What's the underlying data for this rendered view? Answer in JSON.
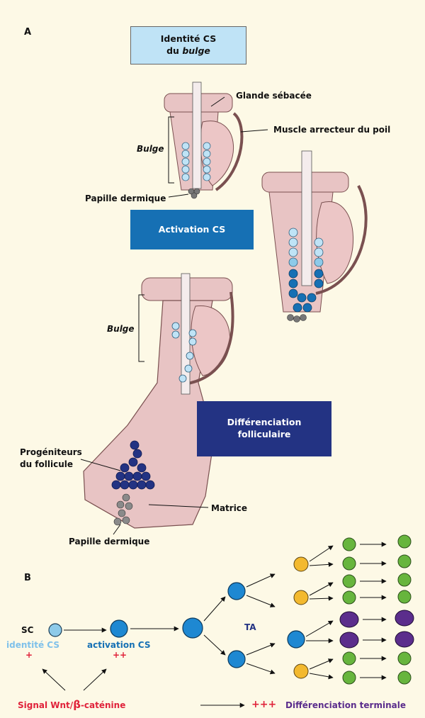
{
  "panelA": {
    "letter": "A",
    "box_identity": {
      "line1": "Identité CS",
      "line2": "du",
      "line2_em": "bulge"
    },
    "box_activation": "Activation CS",
    "box_differentiation": {
      "line1": "Différenciation",
      "line2": "folliculaire"
    },
    "labels": {
      "glande": "Glande sébacée",
      "muscle": "Muscle arrecteur du poil",
      "bulge1": "Bulge",
      "papille1": "Papille dermique",
      "bulge2": "Bulge",
      "progeniteurs1": "Progéniteurs",
      "progeniteurs2": "du follicule",
      "matrice": "Matrice",
      "papille2": "Papille dermique"
    }
  },
  "panelB": {
    "letter": "B",
    "sc": "SC",
    "identite": "identité CS",
    "identite_mark": "+",
    "activation": "activation CS",
    "activation_mark": "++",
    "ta": "TA",
    "signal_prefix": "Signal Wnt/",
    "signal_beta": "β",
    "signal_suffix": "-caténine",
    "legend_plus": "+++",
    "legend_text": "Différenciation terminale"
  },
  "colors": {
    "background": "#fdf9e6",
    "light_blue": "#bfe3f6",
    "mid_blue": "#1670b4",
    "dark_blue": "#233383",
    "pink_cell": "#e8c4c4",
    "cell_outline": "#7a5050",
    "yellow": "#f3b92f",
    "green": "#67b53d",
    "purple": "#5b2d8c",
    "red": "#e0223a"
  }
}
